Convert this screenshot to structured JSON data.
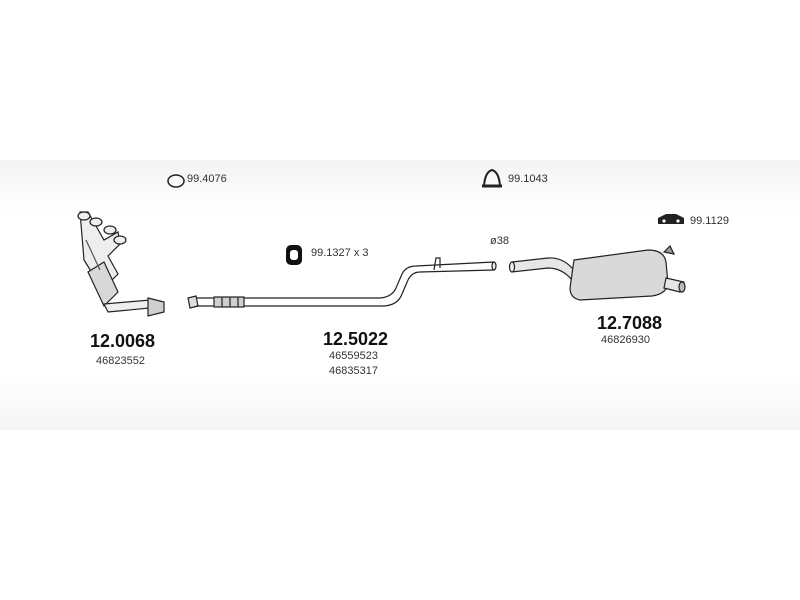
{
  "accessories": {
    "ring_gasket": "99.4076",
    "hanger_rubber": "99.1327 x 3",
    "clamp": "99.1043",
    "rear_bracket": "99.1129"
  },
  "pipe_diameter": "ø38",
  "parts": {
    "manifold_cat": {
      "number": "12.0068",
      "oem": [
        "46823552"
      ]
    },
    "middle_pipe": {
      "number": "12.5022",
      "oem": [
        "46559523",
        "46835317"
      ]
    },
    "rear_silencer": {
      "number": "12.7088",
      "oem": [
        "46826930"
      ]
    }
  }
}
